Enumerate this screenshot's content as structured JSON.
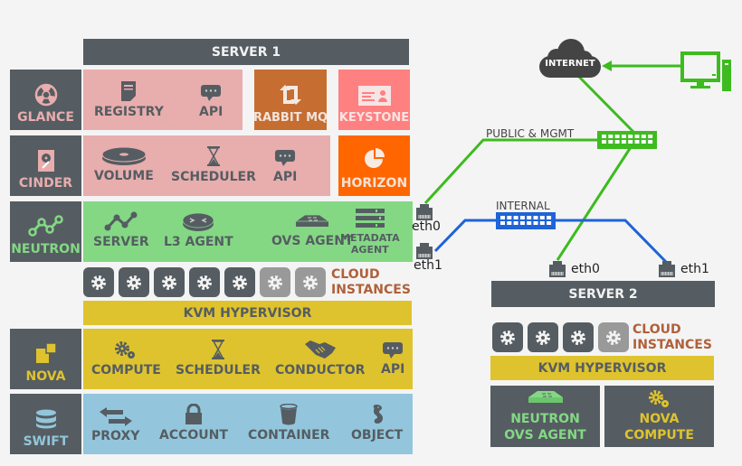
{
  "colors": {
    "dark": "#555d62",
    "glance": "#e8adad",
    "rabbitmq": "#c66d32",
    "keystone": "#ff8080",
    "horizon": "#ff6600",
    "neutron": "#84d884",
    "kvm": "#dfc32e",
    "swift": "#93c6dc",
    "public_net": "#3dbb1f",
    "internal_net": "#1e63d8",
    "instances_label": "#b0603a"
  },
  "server1": {
    "title": "SERVER 1",
    "glance": {
      "label": "GLANCE",
      "icon": "radiation-disc-icon",
      "items": [
        {
          "label": "REGISTRY",
          "icon": "document-icon"
        },
        {
          "label": "API",
          "icon": "speech-bubble-icon"
        }
      ]
    },
    "rabbitmq": {
      "label": "RABBIT MQ",
      "icon": "retweet-arrows-icon"
    },
    "keystone": {
      "label": "KEYSTONE",
      "icon": "id-card-icon"
    },
    "cinder": {
      "label": "CINDER",
      "icon": "hard-disk-icon",
      "items": [
        {
          "label": "VOLUME",
          "icon": "disk-volume-icon"
        },
        {
          "label": "SCHEDULER",
          "icon": "hourglass-icon"
        },
        {
          "label": "API",
          "icon": "speech-bubble-icon"
        }
      ]
    },
    "horizon": {
      "label": "HORIZON",
      "icon": "pie-chart-icon"
    },
    "neutron": {
      "label": "NEUTRON",
      "icon": "network-graph-icon",
      "items": [
        {
          "label": "SERVER",
          "icon": "network-graph-icon"
        },
        {
          "label": "L3 AGENT",
          "icon": "router-icon"
        },
        {
          "label": "OVS AGENT",
          "icon": "switch-icon"
        },
        {
          "label": "METADATA AGENT",
          "line1": "METADATA",
          "line2": "AGENT",
          "icon": "server-rack-icon"
        }
      ]
    },
    "instances": {
      "label_line1": "CLOUD",
      "label_line2": "INSTANCES",
      "active": 5,
      "inactive": 2
    },
    "kvm": {
      "label": "KVM HYPERVISOR"
    },
    "nova": {
      "label": "NOVA",
      "icon": "nova-blocks-icon",
      "items": [
        {
          "label": "COMPUTE",
          "icon": "gears-icon"
        },
        {
          "label": "SCHEDULER",
          "icon": "hourglass-icon"
        },
        {
          "label": "CONDUCTOR",
          "icon": "handshake-icon"
        },
        {
          "label": "API",
          "icon": "speech-bubble-icon"
        }
      ]
    },
    "swift": {
      "label": "SWIFT",
      "icon": "database-icon",
      "items": [
        {
          "label": "PROXY",
          "icon": "swap-arrows-icon"
        },
        {
          "label": "ACCOUNT",
          "icon": "lock-icon"
        },
        {
          "label": "CONTAINER",
          "icon": "bucket-icon"
        },
        {
          "label": "OBJECT",
          "icon": "seahorse-icon"
        }
      ]
    },
    "eth0": "eth0",
    "eth1": "eth1"
  },
  "network": {
    "internet": "INTERNET",
    "public_label": "PUBLIC & MGMT",
    "internal_label": "INTERNAL"
  },
  "server2": {
    "title": "SERVER 2",
    "eth0": "eth0",
    "eth1": "eth1",
    "instances": {
      "label_line1": "CLOUD",
      "label_line2": "INSTANCES",
      "active": 3,
      "inactive": 1
    },
    "kvm": {
      "label": "KVM HYPERVISOR"
    },
    "neutron_ovs": {
      "line1": "NEUTRON",
      "line2": "OVS AGENT"
    },
    "nova_compute": {
      "line1": "NOVA",
      "line2": "COMPUTE"
    }
  }
}
